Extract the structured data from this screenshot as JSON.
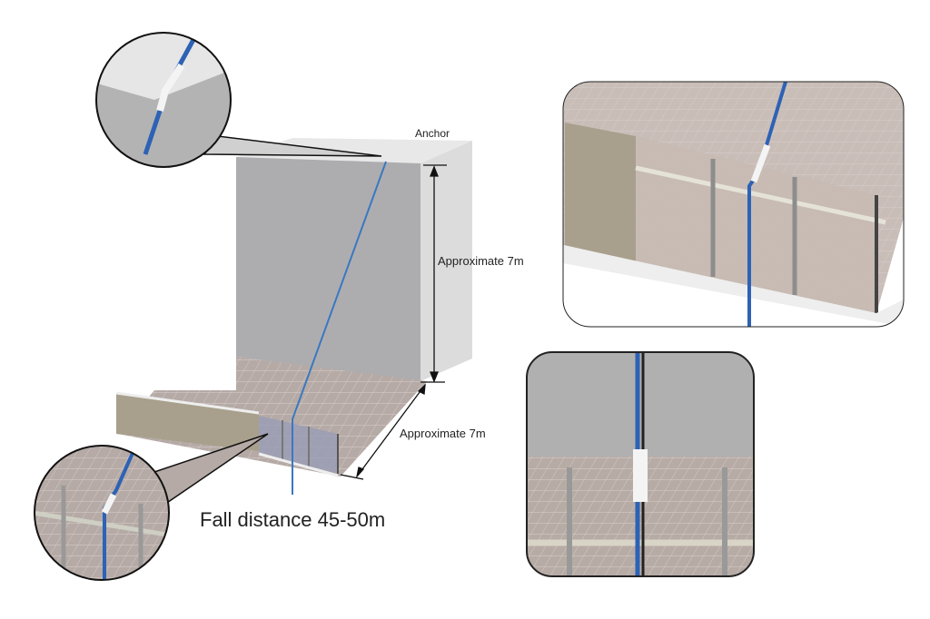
{
  "labels": {
    "anchor": "Anchor",
    "height": "Approximate 7m",
    "depth": "Approximate 7m",
    "fall": "Fall distance 45-50m"
  },
  "colors": {
    "wall_front": "#adadb0",
    "wall_side": "#dcdcdc",
    "floor": "#b5aaa6",
    "rope": "#3a78c0",
    "parapet": "#a8a08c"
  }
}
